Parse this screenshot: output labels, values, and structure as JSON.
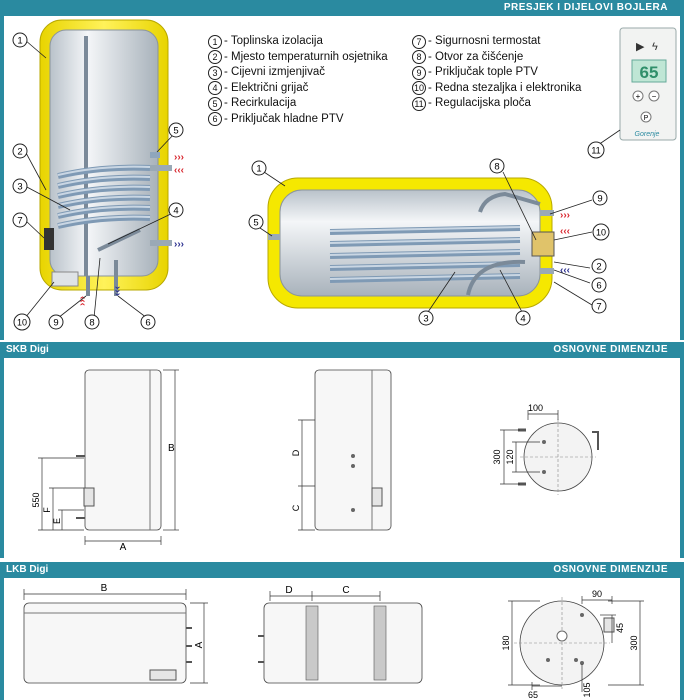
{
  "header": {
    "title": "PRESJEK I DIJELOVI BOJLERA"
  },
  "legend_left": [
    {
      "n": "1",
      "label": "- Toplinska izolacija"
    },
    {
      "n": "2",
      "label": "- Mjesto temperaturnih osjetnika"
    },
    {
      "n": "3",
      "label": "- Cijevni izmjenjivač"
    },
    {
      "n": "4",
      "label": "- Električni grijač"
    },
    {
      "n": "5",
      "label": "- Recirkulacija"
    },
    {
      "n": "6",
      "label": "- Priključak hladne PTV"
    }
  ],
  "legend_right": [
    {
      "n": "7",
      "label": "- Sigurnosni termostat"
    },
    {
      "n": "8",
      "label": "- Otvor za čišćenje"
    },
    {
      "n": "9",
      "label": "- Priključak tople PTV"
    },
    {
      "n": "10",
      "label": "- Redna stezaljka i elektronika"
    },
    {
      "n": "11",
      "label": "- Regulacijska ploča"
    }
  ],
  "panel": {
    "display": "65",
    "brand": "Gorenje"
  },
  "vertical_callouts": [
    "1",
    "2",
    "3",
    "7",
    "10",
    "9",
    "8",
    "6",
    "5",
    "4"
  ],
  "horizontal_callouts": [
    "1",
    "5",
    "3",
    "4",
    "8",
    "9",
    "10",
    "2",
    "6",
    "7"
  ],
  "panel_callout": "11",
  "skb": {
    "title": "SKB Digi",
    "subtitle": "OSNOVNE DIMENZIJE",
    "dims": {
      "A": "A",
      "B": "B",
      "F": "F",
      "E": "E",
      "d550": "550",
      "C": "C",
      "D": "D",
      "d100": "100",
      "d300": "300",
      "d120": "120"
    }
  },
  "lkb": {
    "title": "LKB Digi",
    "subtitle": "OSNOVNE DIMENZIJE",
    "dims": {
      "B": "B",
      "A": "A",
      "D": "D",
      "C": "C",
      "d90": "90",
      "d45": "45",
      "d300": "300",
      "d180": "180",
      "d65": "65",
      "d105": "105"
    }
  },
  "colors": {
    "accent": "#2a8aa0",
    "insulation": "#f2e600",
    "coil": "#8fa9c4",
    "hot": "#d8262e",
    "cold": "#2b2f8f"
  }
}
